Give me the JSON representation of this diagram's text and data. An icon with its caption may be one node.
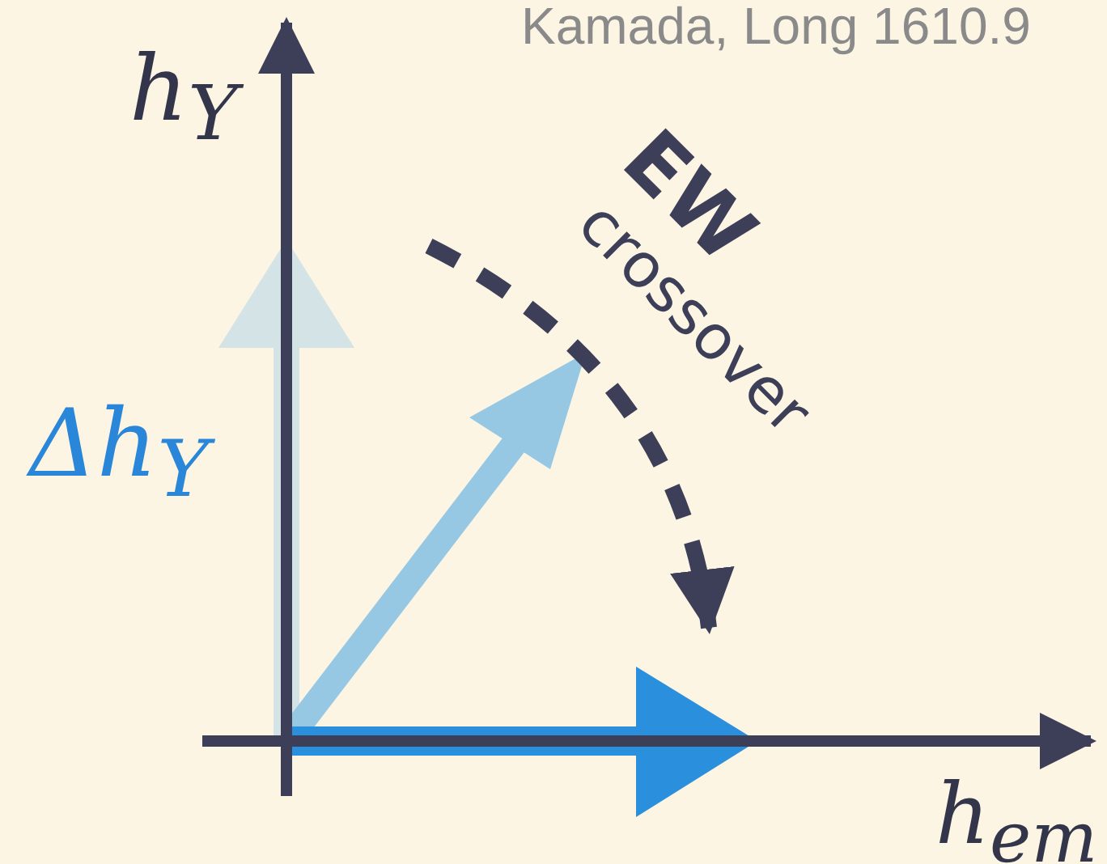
{
  "diagram": {
    "labels": [
      "Kamada, Long 1610.9",
      "h$_{Y}$",
      "Δh$_{Y}$",
      "EW",
      "crossover",
      "h$_{em}$"
    ]
  }
}
